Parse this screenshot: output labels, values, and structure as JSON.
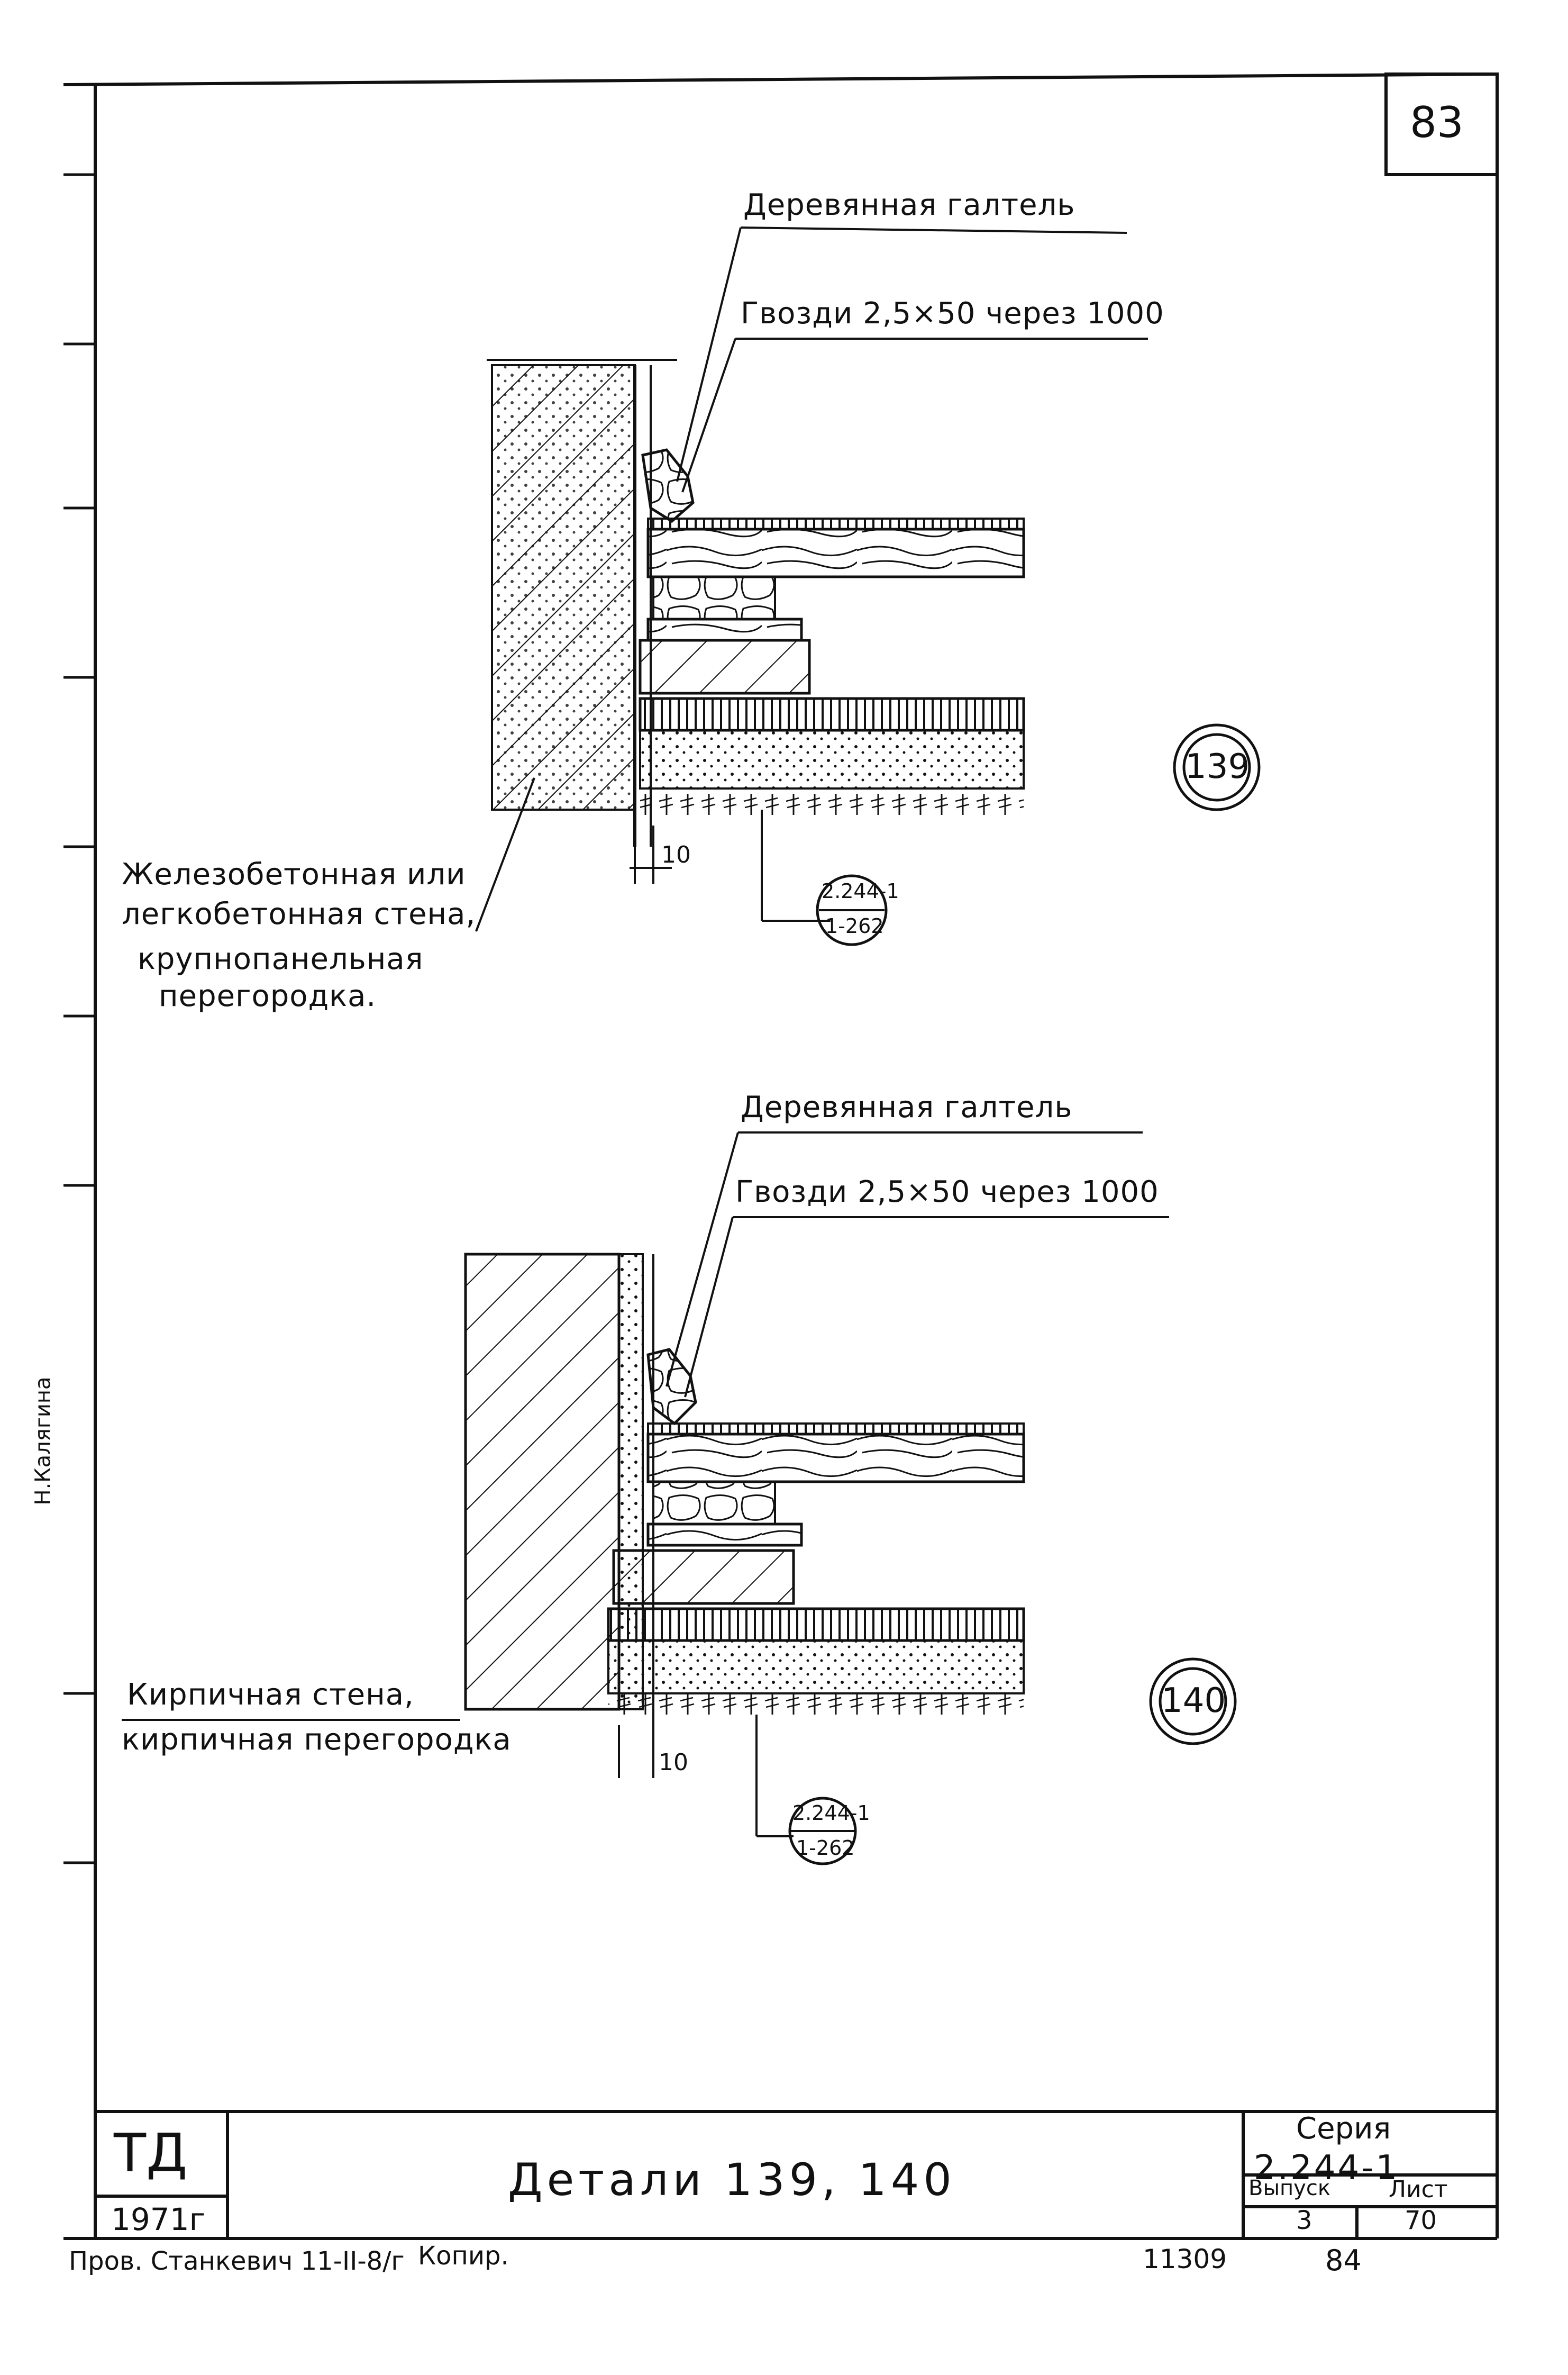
{
  "sheet_number_top": "83",
  "detail_139": {
    "callout_wood_fillet": "Деревянная галтель",
    "callout_nails": "Гвозди 2,5×50 через 1000",
    "wall_label_line1": "Железобетонная или",
    "wall_label_line2": "легкобетонная стена,",
    "wall_label_line3": "крупнопанельная",
    "wall_label_line4": "перегородка.",
    "dimension": "10",
    "ref_top": "2.244-1",
    "ref_bottom": "1-262",
    "marker": "139"
  },
  "detail_140": {
    "callout_wood_fillet": "Деревянная галтель",
    "callout_nails": "Гвозди 2,5×50 через 1000",
    "wall_label_line1": "Кирпичная стена,",
    "wall_label_line2": "кирпичная перегородка",
    "dimension": "10",
    "ref_top": "2.244-1",
    "ref_bottom": "1-262",
    "marker": "140"
  },
  "margin_signature": "Н.Калягина",
  "title_block": {
    "org": "ТД",
    "year": "1971г",
    "title": "Детали 139, 140",
    "series_label": "Серия",
    "series_value": "2.244-1",
    "issue_label": "Выпуск",
    "issue_value": "3",
    "sheet_label": "Лист",
    "sheet_value": "70"
  },
  "footer": {
    "checked": "Пров. Станкевич 11-II-8/г",
    "copied": "Копир.",
    "doc_number": "11309",
    "page": "84"
  }
}
